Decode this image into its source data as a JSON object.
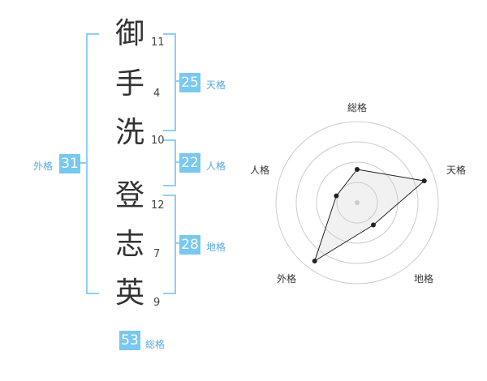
{
  "name": {
    "characters": [
      {
        "char": "御",
        "strokes": "11"
      },
      {
        "char": "手",
        "strokes": "4"
      },
      {
        "char": "洗",
        "strokes": "10"
      },
      {
        "char": "登",
        "strokes": "12"
      },
      {
        "char": "志",
        "strokes": "7"
      },
      {
        "char": "英",
        "strokes": "9"
      }
    ]
  },
  "fortunes": {
    "tenkaku": {
      "value": "25",
      "label": "天格"
    },
    "jinkaku": {
      "value": "22",
      "label": "人格"
    },
    "chikaku": {
      "value": "28",
      "label": "地格"
    },
    "gaikaku": {
      "value": "31",
      "label": "外格"
    },
    "soukaku": {
      "value": "53",
      "label": "総格"
    }
  },
  "colors": {
    "accent": "#78c8f0",
    "bracket": "#8ecff4",
    "label": "#5aa9e0"
  },
  "radar": {
    "axes": [
      "総格",
      "天格",
      "地格",
      "外格",
      "人格"
    ],
    "ring_count": 4,
    "levels": [
      0.41,
      0.87,
      0.34,
      0.89,
      0.27
    ]
  }
}
